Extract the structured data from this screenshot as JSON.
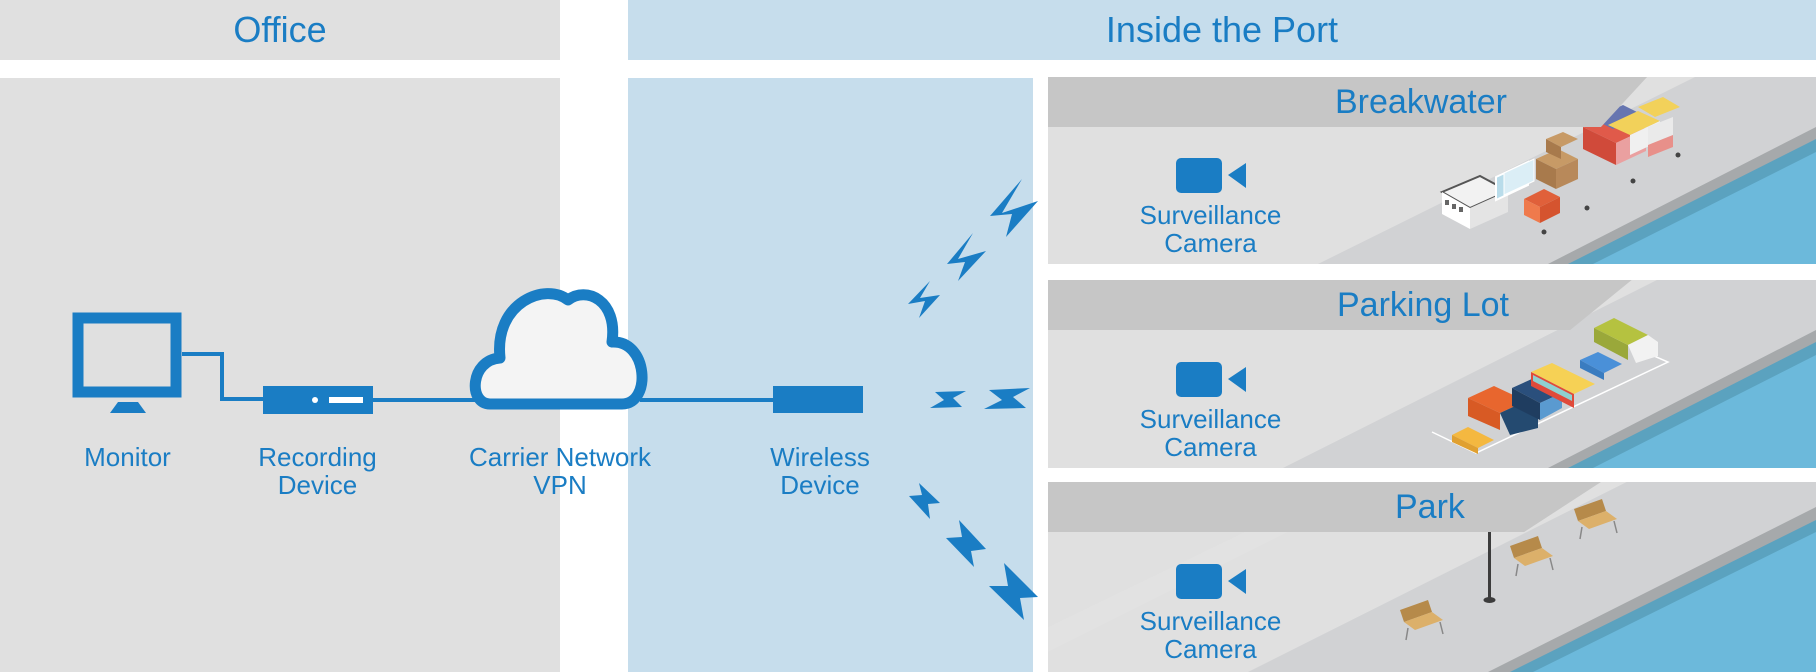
{
  "sections": {
    "office": {
      "title": "Office"
    },
    "port": {
      "title": "Inside the Port"
    }
  },
  "devices": {
    "monitor": {
      "label": "Monitor"
    },
    "recording": {
      "label_line1": "Recording",
      "label_line2": "Device"
    },
    "network": {
      "label_line1": "Carrier Network",
      "label_line2": "VPN"
    },
    "wireless": {
      "label_line1": "Wireless",
      "label_line2": "Device"
    }
  },
  "zones": [
    {
      "title": "Breakwater",
      "camera_line1": "Surveillance",
      "camera_line2": "Camera",
      "scene": "containers-and-warehouse"
    },
    {
      "title": "Parking Lot",
      "camera_line1": "Surveillance",
      "camera_line2": "Camera",
      "scene": "parked-vehicles"
    },
    {
      "title": "Park",
      "camera_line1": "Surveillance",
      "camera_line2": "Camera",
      "scene": "benches-and-lamp"
    }
  ],
  "colors": {
    "accent": "#1a7dc4",
    "office_bg": "#e0e0e0",
    "port_bg": "#c6ddec",
    "zone_header": "#c6c6c6",
    "water": "#6cb9db"
  }
}
